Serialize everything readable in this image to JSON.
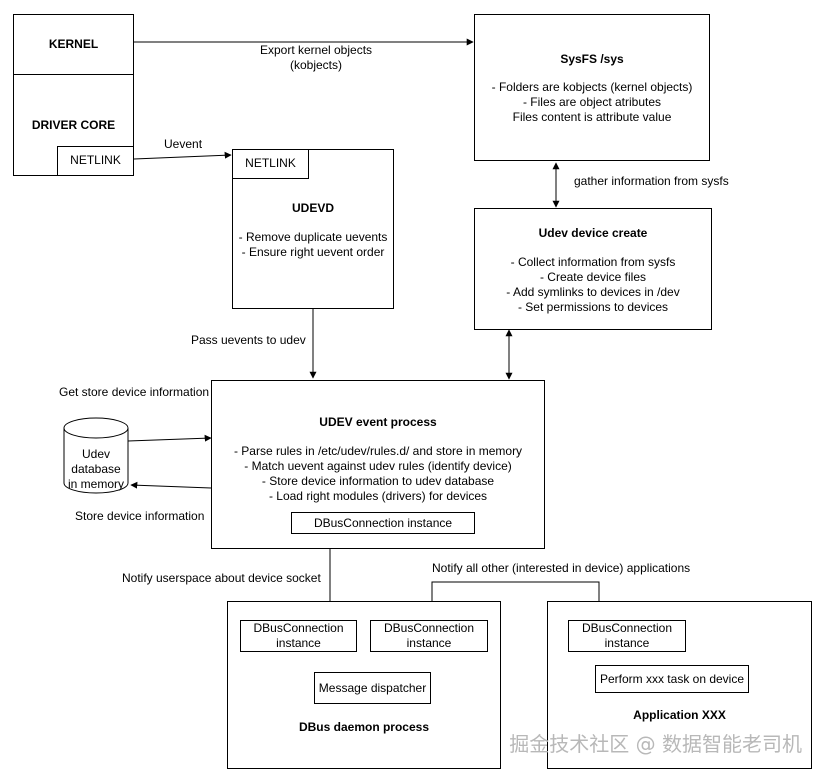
{
  "kernel": {
    "title": "KERNEL",
    "driver_core": "DRIVER CORE",
    "netlink": "NETLINK"
  },
  "sysfs": {
    "title": "SysFS /sys",
    "lines": [
      "- Folders are kobjects (kernel objects)",
      "- Files are object atributes",
      "Files content is attribute value"
    ]
  },
  "udevd": {
    "netlink": "NETLINK",
    "title": "UDEVD",
    "lines": [
      "- Remove duplicate uevents",
      "- Ensure right uevent order"
    ]
  },
  "udev_create": {
    "title": "Udev device create",
    "lines": [
      "- Collect information from sysfs",
      "- Create device files",
      "- Add symlinks to devices in /dev",
      "- Set permissions to devices"
    ]
  },
  "event_process": {
    "title": "UDEV event process",
    "lines": [
      "- Parse rules in /etc/udev/rules.d/ and store in memory",
      "- Match uevent against udev rules (identify device)",
      "- Store device information to udev database",
      "- Load right modules (drivers) for devices"
    ],
    "dbus": "DBusConnection instance"
  },
  "database": {
    "lines": [
      "Udev",
      "database",
      "in memory"
    ]
  },
  "dbus_daemon": {
    "title": "DBus daemon process",
    "conn1": [
      "DBusConnection",
      "instance"
    ],
    "conn2": [
      "DBusConnection",
      "instance"
    ],
    "dispatcher": "Message dispatcher"
  },
  "application": {
    "title": "Application XXX",
    "conn": [
      "DBusConnection",
      "instance"
    ],
    "task": "Perform xxx task on device"
  },
  "edges": {
    "export": [
      "Export kernel objects",
      "(kobjects)"
    ],
    "uevent": "Uevent",
    "gather": "gather information from sysfs",
    "pass": "Pass uevents to udev",
    "get_store": "Get store device information",
    "store": "Store device information",
    "notify_socket": "Notify userspace about device socket",
    "notify_all": "Notify all other (interested in device) applications"
  },
  "watermark": "掘金技术社区 @ 数据智能老司机"
}
